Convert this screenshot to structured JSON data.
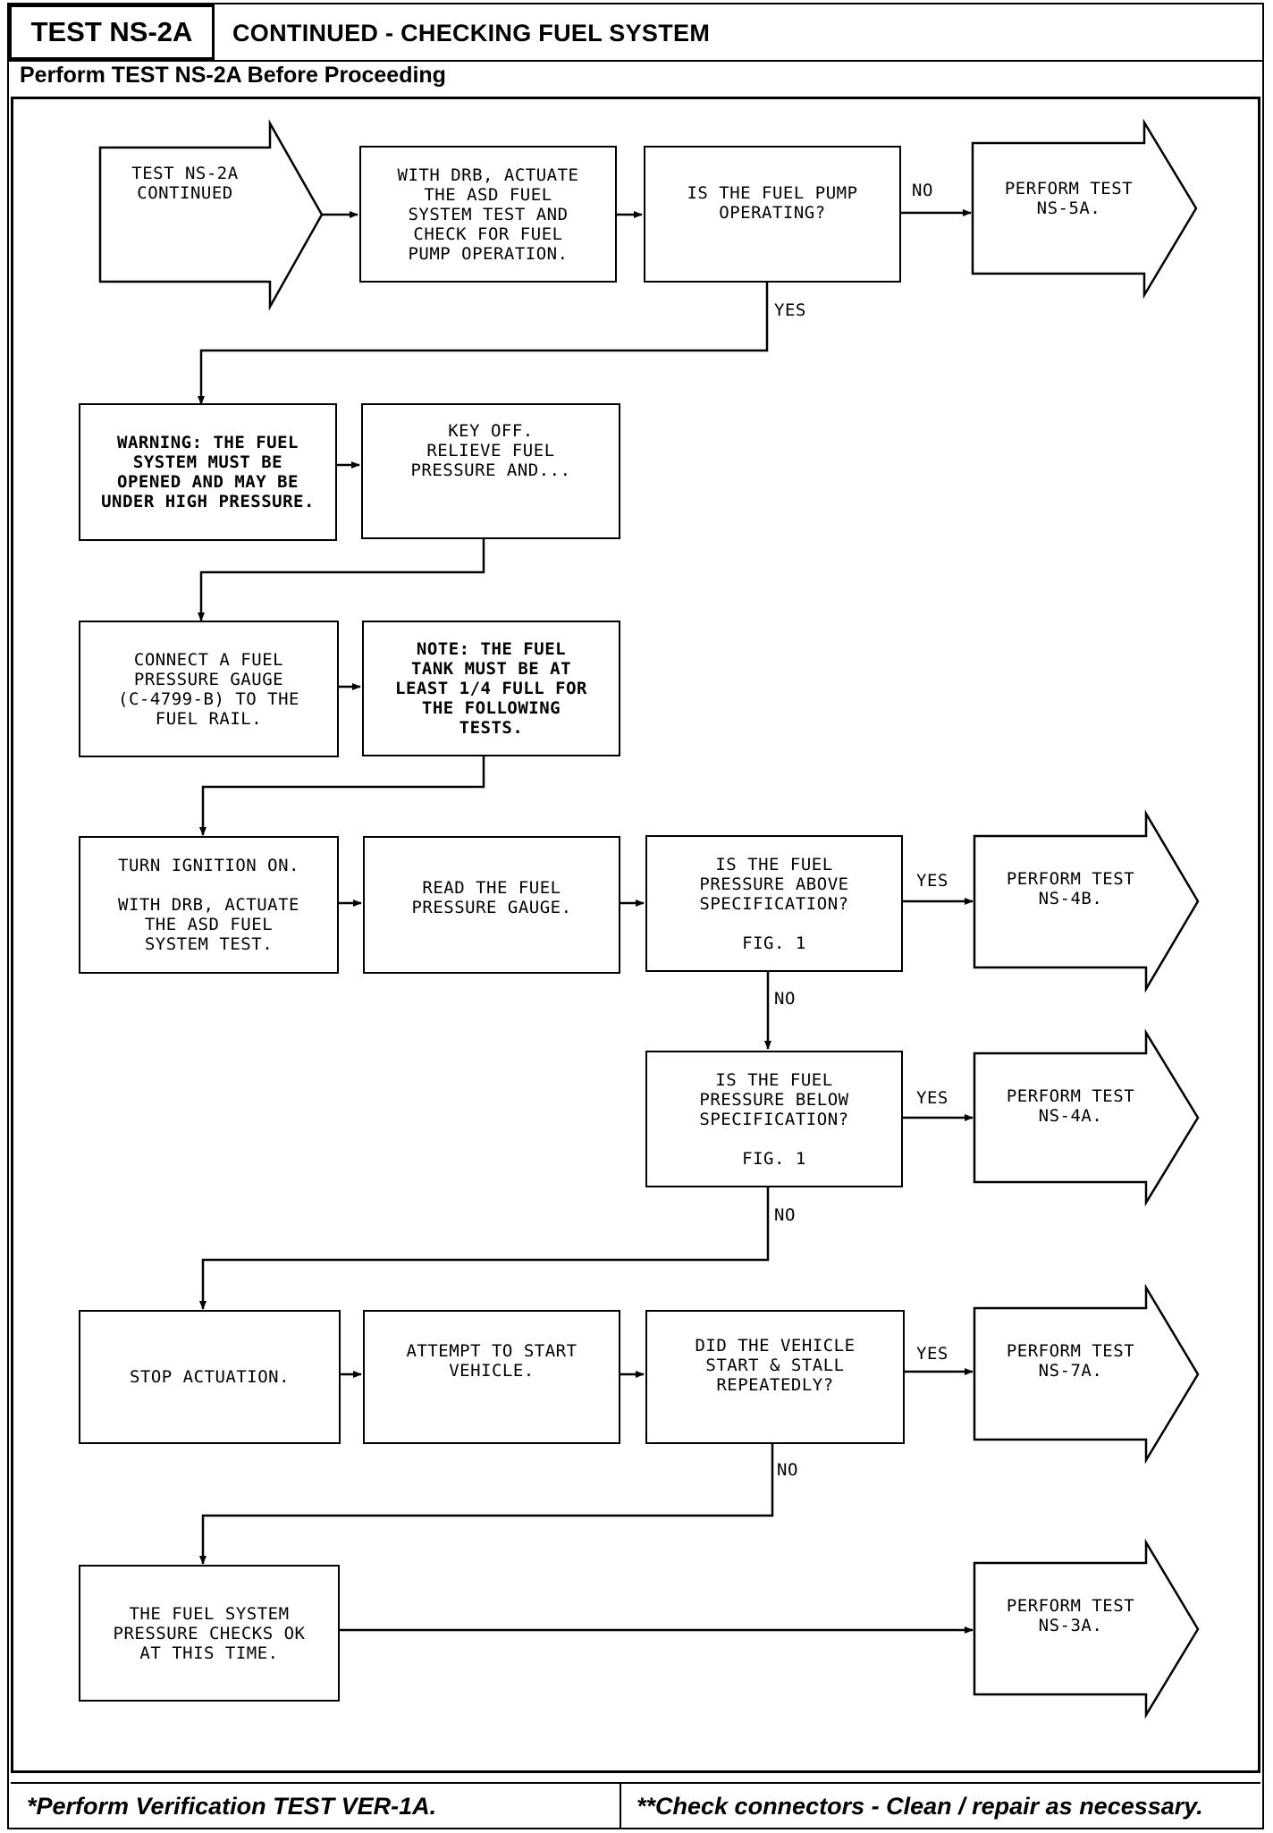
{
  "header": {
    "test_label": "TEST NS-2A",
    "title": "CONTINUED - CHECKING FUEL SYSTEM",
    "subheader": "Perform TEST NS-2A Before Proceeding"
  },
  "flow": {
    "start_arrow": "TEST NS-2A\nCONTINUED",
    "actuate_asd": "WITH DRB, ACTUATE\nTHE ASD FUEL\nSYSTEM TEST AND\nCHECK FOR FUEL\nPUMP OPERATION.",
    "pump_question": "IS THE FUEL PUMP\nOPERATING?",
    "perform_ns5a": "PERFORM TEST\nNS-5A.",
    "warning": "WARNING: THE FUEL\nSYSTEM MUST BE\nOPENED AND MAY BE\nUNDER HIGH PRESSURE.",
    "key_off": "KEY OFF.\nRELIEVE FUEL\nPRESSURE AND...",
    "connect_gauge": "CONNECT A FUEL\nPRESSURE GAUGE\n(C-4799-B) TO THE\nFUEL RAIL.",
    "note_tank": "NOTE: THE FUEL\nTANK MUST BE AT\nLEAST 1/4 FULL FOR\nTHE FOLLOWING\nTESTS.",
    "turn_ignition": "TURN IGNITION ON.\n\nWITH DRB, ACTUATE\nTHE ASD FUEL\nSYSTEM TEST.",
    "read_gauge": "READ THE FUEL\nPRESSURE GAUGE.",
    "above_spec": "IS THE FUEL\nPRESSURE ABOVE\nSPECIFICATION?\n\nFIG. 1",
    "perform_ns4b": "PERFORM TEST\nNS-4B.",
    "below_spec": "IS THE FUEL\nPRESSURE BELOW\nSPECIFICATION?\n\nFIG. 1",
    "perform_ns4a": "PERFORM TEST\nNS-4A.",
    "stop_actuation": "STOP ACTUATION.",
    "attempt_start": "ATTEMPT TO START\nVEHICLE.",
    "stall_question": "DID THE VEHICLE\nSTART & STALL\nREPEATEDLY?",
    "perform_ns7a": "PERFORM TEST\nNS-7A.",
    "checks_ok": "THE FUEL SYSTEM\nPRESSURE CHECKS OK\nAT THIS TIME.",
    "perform_ns3a": "PERFORM TEST\nNS-3A."
  },
  "labels": {
    "no": "NO",
    "yes": "YES"
  },
  "footer": {
    "left": "*Perform Verification TEST VER-1A.",
    "right": "**Check connectors - Clean / repair as necessary."
  }
}
